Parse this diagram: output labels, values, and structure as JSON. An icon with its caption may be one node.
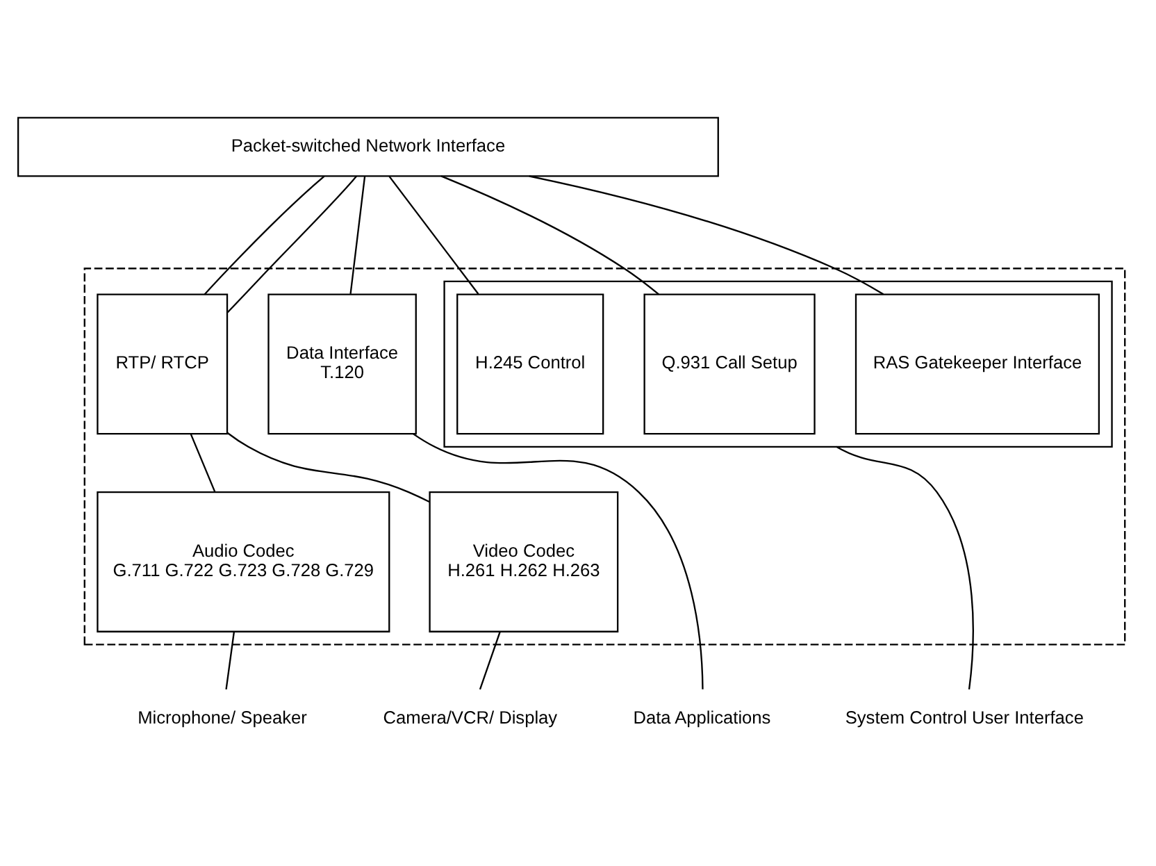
{
  "diagram": {
    "nodes": [
      {
        "text": [
          "Packet-switched Network Interface"
        ]
      },
      {
        "text": [],
        "shape": "box"
      },
      {
        "text": [
          "RTP/ RTCP"
        ],
        "in": 1
      },
      {
        "text": [
          "Audio Codec",
          "G.711 G.722 G.723 G.728 G.729"
        ],
        "in": 1
      },
      {
        "text": [
          "Video Codec",
          "H.261 H.262 H.263"
        ],
        "in": 1
      },
      {
        "text": [
          "Data Interface",
          "T.120"
        ],
        "in": 1
      },
      {
        "text": [],
        "shape": "box",
        "in": 1
      },
      {
        "text": [
          "H.245 Control"
        ],
        "in": 6
      },
      {
        "text": [
          "Q.931 Call Setup"
        ],
        "in": 6
      },
      {
        "text": [
          "RAS Gatekeeper Interface"
        ],
        "in": 6
      },
      {
        "text": [
          "Microphone/ Speaker"
        ]
      },
      {
        "text": [
          "Camera/VCR/ Display"
        ]
      },
      {
        "text": [
          "Data Applications"
        ]
      },
      {
        "text": [
          "System Control User Interface"
        ]
      }
    ],
    "edges": [
      {
        "from": 0,
        "to": 2,
        "arrow": "none"
      },
      {
        "from": 0,
        "to": 2,
        "arrow": "none"
      },
      {
        "from": 0,
        "to": 5,
        "arrow": "none"
      },
      {
        "from": 0,
        "to": 7,
        "arrow": "none"
      },
      {
        "from": 0,
        "to": 8,
        "arrow": "none"
      },
      {
        "from": 0,
        "to": 9,
        "arrow": "none"
      },
      {
        "from": 2,
        "to": 3,
        "arrow": "none"
      },
      {
        "from": 2,
        "to": 4,
        "arrow": "none"
      },
      {
        "from": 3,
        "to": 10,
        "arrow": "none"
      },
      {
        "from": 4,
        "to": 11,
        "arrow": "none"
      },
      {
        "from": 5,
        "to": 12,
        "arrow": "none"
      },
      {
        "from": 6,
        "to": 13,
        "arrow": "none"
      }
    ]
  }
}
